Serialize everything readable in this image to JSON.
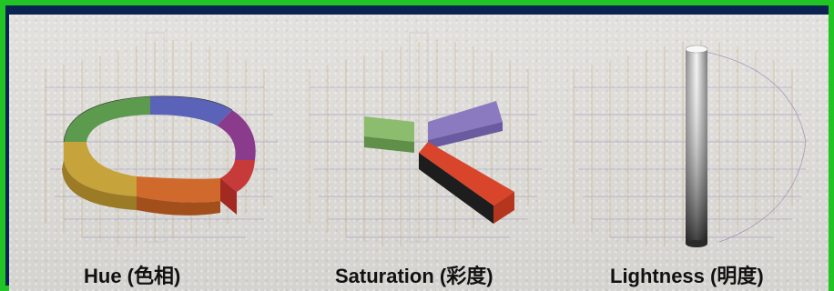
{
  "labels": {
    "hue": "Hue (色相)",
    "saturation": "Saturation (彩度)",
    "lightness": "Lightness (明度)"
  },
  "colors": {
    "border": "#21c424",
    "background_dark": "#0b2350",
    "panel": "#dcdad7",
    "label_text": "#111111"
  }
}
